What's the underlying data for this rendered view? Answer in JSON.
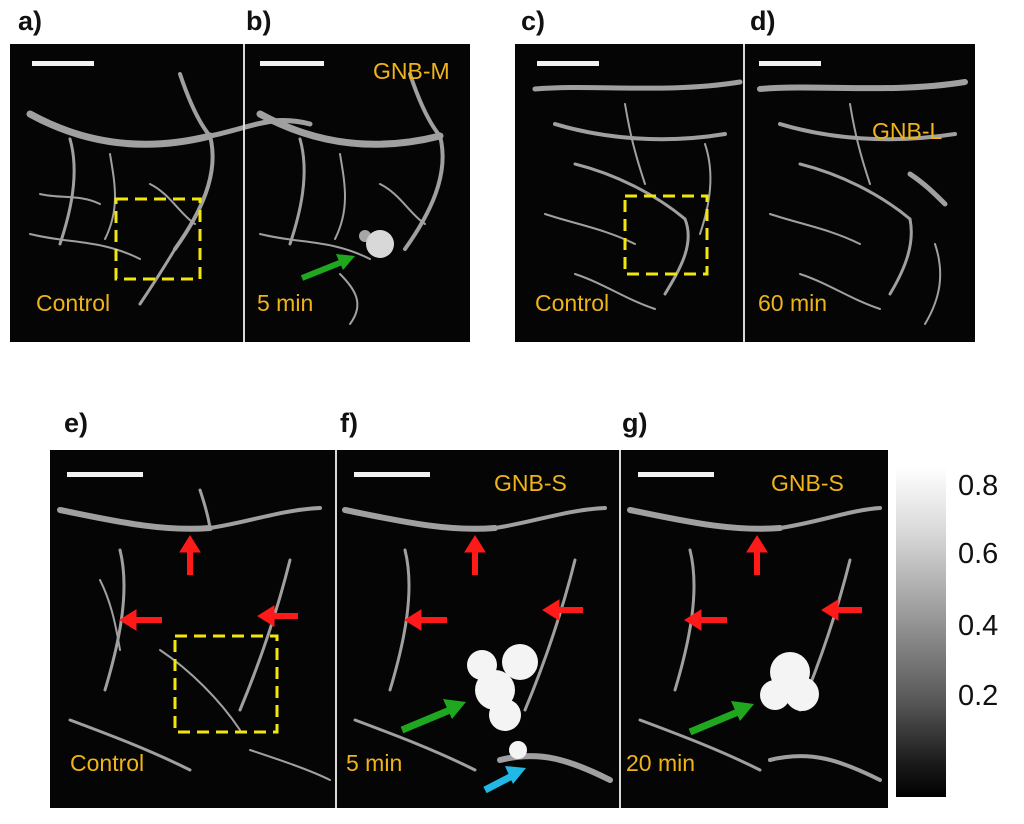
{
  "panels": {
    "a": "a)",
    "b": "b)",
    "c": "c)",
    "d": "d)",
    "e": "e)",
    "f": "f)",
    "g": "g)"
  },
  "overlays": {
    "b_agent": "GNB-M",
    "d_agent": "GNB-L",
    "f_agent": "GNB-S",
    "g_agent": "GNB-S",
    "a_time": "Control",
    "b_time": "5 min",
    "c_time": "Control",
    "d_time": "60 min",
    "e_time": "Control",
    "f_time": "5 min",
    "g_time": "20 min"
  },
  "colorbar": {
    "ticks": [
      "0.8",
      "0.6",
      "0.4",
      "0.2"
    ]
  },
  "colors": {
    "overlay_text": "#f0b31a",
    "roi_box": "#f2e60a",
    "arrow_red": "#ff1a1a",
    "arrow_green": "#1fa81f",
    "arrow_cyan": "#22b8e6"
  }
}
